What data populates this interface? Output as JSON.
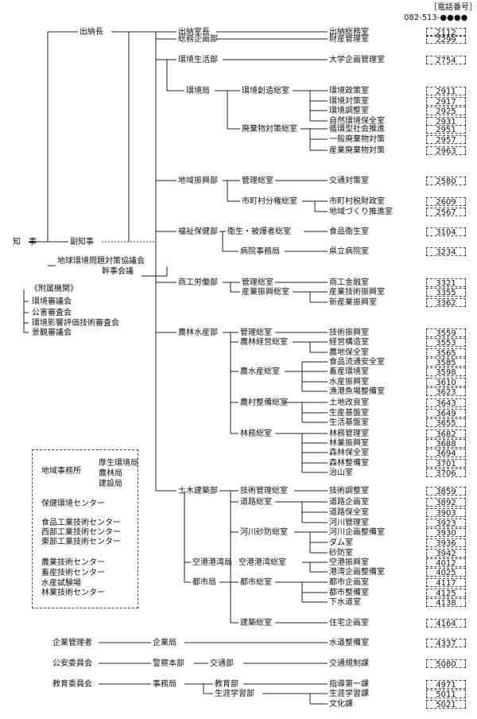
{
  "header": {
    "title": "［電話番号］",
    "prefix": "082-513-●●●●"
  },
  "top": {
    "governor": "知　事",
    "vice": "副知事",
    "cashier": "出納長",
    "council1": "地球環境問題対策協議会",
    "council2": "幹事会議"
  },
  "affiliated": {
    "title": "《附属機関》",
    "items": [
      "環境審議会",
      "公害審査会",
      "環境影響評価技術審査会",
      "景観審議会"
    ]
  },
  "regional": {
    "office": "地域事務所",
    "sub": [
      "厚生環境局",
      "農林局",
      "建設局"
    ],
    "centers": [
      "保健環境センター",
      "食品工業技術センター",
      "西部工業技術センター",
      "東部工業技術センター",
      "農業技術センター",
      "畜産技術センター",
      "水産試験場",
      "林業技術センター"
    ]
  },
  "levels": {
    "l1": [
      "出納室長",
      "総務企画部",
      "環境生活部",
      "環境局",
      "地域振興部",
      "福祉保健部",
      "商工労働部",
      "農林水産部",
      "土木建築部",
      "空港港湾局",
      "都市局",
      "企業管理者",
      "公安委員会",
      "教育委員会"
    ],
    "l2": [
      "環境創造総室",
      "廃棄物対策総室",
      "管理総室",
      "市町村分権総室",
      "衛生・被爆者総室",
      "病院事務局",
      "管理総室",
      "産業振興総室",
      "管理総室",
      "農林経営総室",
      "農水産総室",
      "農村整備総室",
      "林務総室",
      "技術管理総室",
      "道路総室",
      "河川砂防総室",
      "空港港湾総室",
      "都市総室",
      "建築総室",
      "企業局",
      "警察本部",
      "交通部",
      "事務局",
      "教育部",
      "生涯学習部"
    ]
  },
  "rows": [
    {
      "name": "出納総務室",
      "num": "2112"
    },
    {
      "name": "財産管理室",
      "num": "2299"
    },
    {
      "name": "大学企画管理室",
      "num": "2754"
    },
    {
      "name": "環境政策室",
      "num": "2911"
    },
    {
      "name": "環境対策室",
      "num": "2917"
    },
    {
      "name": "環境調整室",
      "num": "2925"
    },
    {
      "name": "自然環境保全室",
      "num": "2931"
    },
    {
      "name": "循環型社会推進",
      "num": "2951"
    },
    {
      "name": "一般廃棄物対策",
      "num": "2957"
    },
    {
      "name": "産業廃棄物対策",
      "num": "2963"
    },
    {
      "name": "交通対策室",
      "num": "2580"
    },
    {
      "name": "市町村税財政室",
      "num": "2609"
    },
    {
      "name": "地域づくり推進室",
      "num": "2567"
    },
    {
      "name": "食品衛生室",
      "num": "3104"
    },
    {
      "name": "県立病院室",
      "num": "3234"
    },
    {
      "name": "商工金融室",
      "num": "3321"
    },
    {
      "name": "産業技術振興室",
      "num": "3355"
    },
    {
      "name": "新産業振興室",
      "num": "3362"
    },
    {
      "name": "技術振興室",
      "num": "3559"
    },
    {
      "name": "経営構造室",
      "num": "3553"
    },
    {
      "name": "農地保全室",
      "num": "3565"
    },
    {
      "name": "食品流通安全室",
      "num": "3585"
    },
    {
      "name": "畜産環境室",
      "num": "3598"
    },
    {
      "name": "水産振興室",
      "num": "3610"
    },
    {
      "name": "漁港魚場整備室",
      "num": "3623"
    },
    {
      "name": "土地改良室",
      "num": "3643"
    },
    {
      "name": "生産基盤室",
      "num": "3649"
    },
    {
      "name": "生活基盤室",
      "num": "3655"
    },
    {
      "name": "林務管理室",
      "num": "3682"
    },
    {
      "name": "林業振興室",
      "num": "3688"
    },
    {
      "name": "森林保全室",
      "num": "3694"
    },
    {
      "name": "森林整備室",
      "num": "3701"
    },
    {
      "name": "治山室",
      "num": "3706"
    },
    {
      "name": "技術調整室",
      "num": "3859"
    },
    {
      "name": "道路企画室",
      "num": "3892"
    },
    {
      "name": "道路保全室",
      "num": "3903"
    },
    {
      "name": "河川管理室",
      "num": "3923"
    },
    {
      "name": "河川企画整備室",
      "num": "3930"
    },
    {
      "name": "ダム室",
      "num": "3936"
    },
    {
      "name": "砂防室",
      "num": "3942"
    },
    {
      "name": "空港振興室",
      "num": "4012"
    },
    {
      "name": "港湾企画整備室",
      "num": "4025"
    },
    {
      "name": "都市企画室",
      "num": "4117"
    },
    {
      "name": "都市整備室",
      "num": "4125"
    },
    {
      "name": "下水道室",
      "num": "4138"
    },
    {
      "name": "住宅企画室",
      "num": "4164"
    },
    {
      "name": "水道整備室",
      "num": "4337"
    },
    {
      "name": "交通規制課",
      "num": "5080"
    },
    {
      "name": "指導第一課",
      "num": "4971"
    },
    {
      "name": "生涯学習課",
      "num": "5011"
    },
    {
      "name": "文化課",
      "num": "5021"
    }
  ]
}
